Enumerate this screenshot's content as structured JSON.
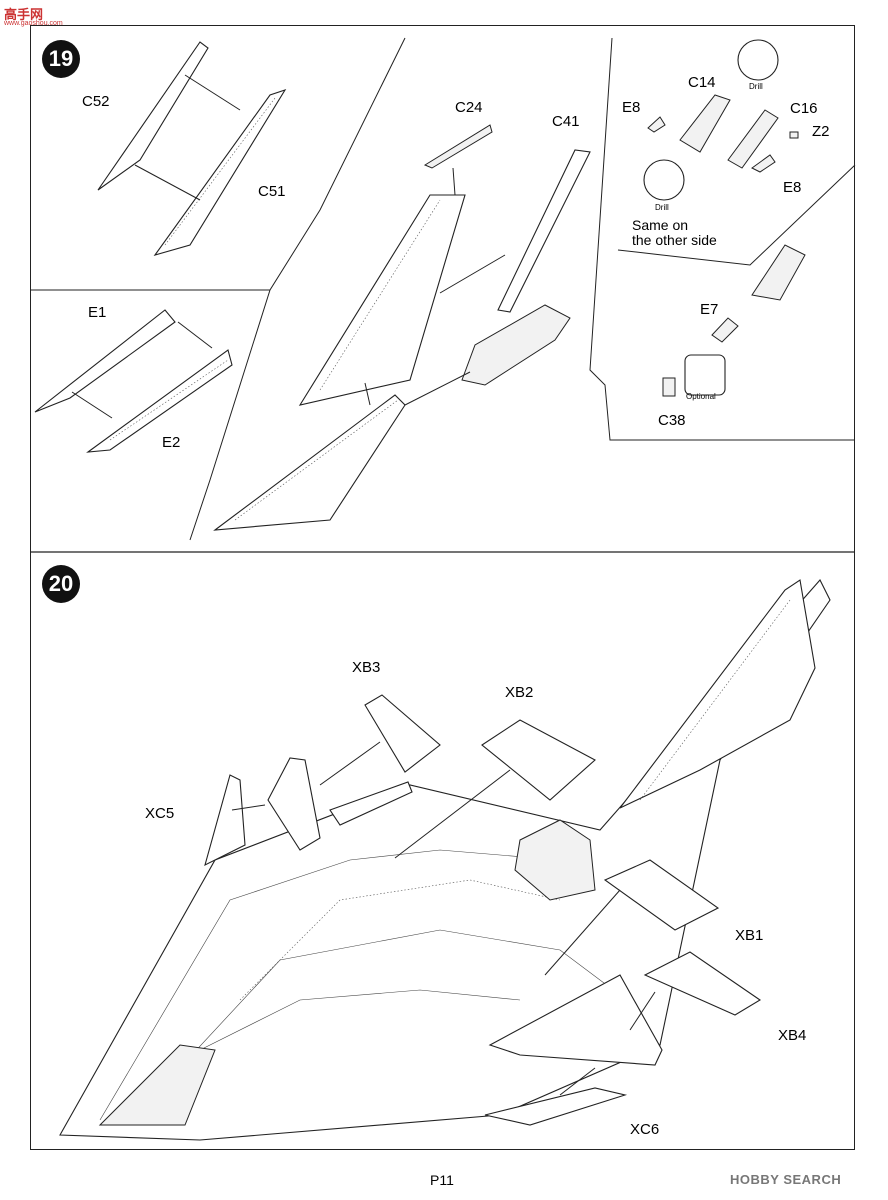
{
  "watermark": {
    "top": "高手网",
    "bottom": "www.gaoshou.com"
  },
  "step19": {
    "number": "19",
    "parts": {
      "c52": "C52",
      "c51": "C51",
      "c24": "C24",
      "c41": "C41",
      "e1": "E1",
      "e2": "E2",
      "e8a": "E8",
      "c14": "C14",
      "c16": "C16",
      "z2": "Z2",
      "e8b": "E8",
      "e7": "E7",
      "c38": "C38"
    },
    "drill_a": "Drill",
    "drill_b": "Drill",
    "optional": "Optional",
    "note_line1": "Same on",
    "note_line2": "the other side"
  },
  "step20": {
    "number": "20",
    "parts": {
      "xb3": "XB3",
      "xb2": "XB2",
      "xc5": "XC5",
      "xb1": "XB1",
      "xb4": "XB4",
      "xc6": "XC6"
    }
  },
  "footer": {
    "page": "P11",
    "brand": "HOBBY SEARCH"
  }
}
